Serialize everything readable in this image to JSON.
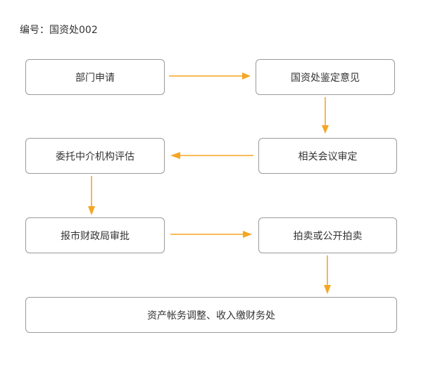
{
  "document": {
    "id_label": "编号：国资处002"
  },
  "flow": {
    "steps": [
      "部门申请",
      "国资处鉴定意见",
      "相关会议审定",
      "委托中介机构评估",
      "报市财政局审批",
      "拍卖或公开拍卖",
      "资产帐务调整、收入缴财务处"
    ],
    "arrow_color": "#f5a623",
    "border_color": "#9a9a9a"
  }
}
